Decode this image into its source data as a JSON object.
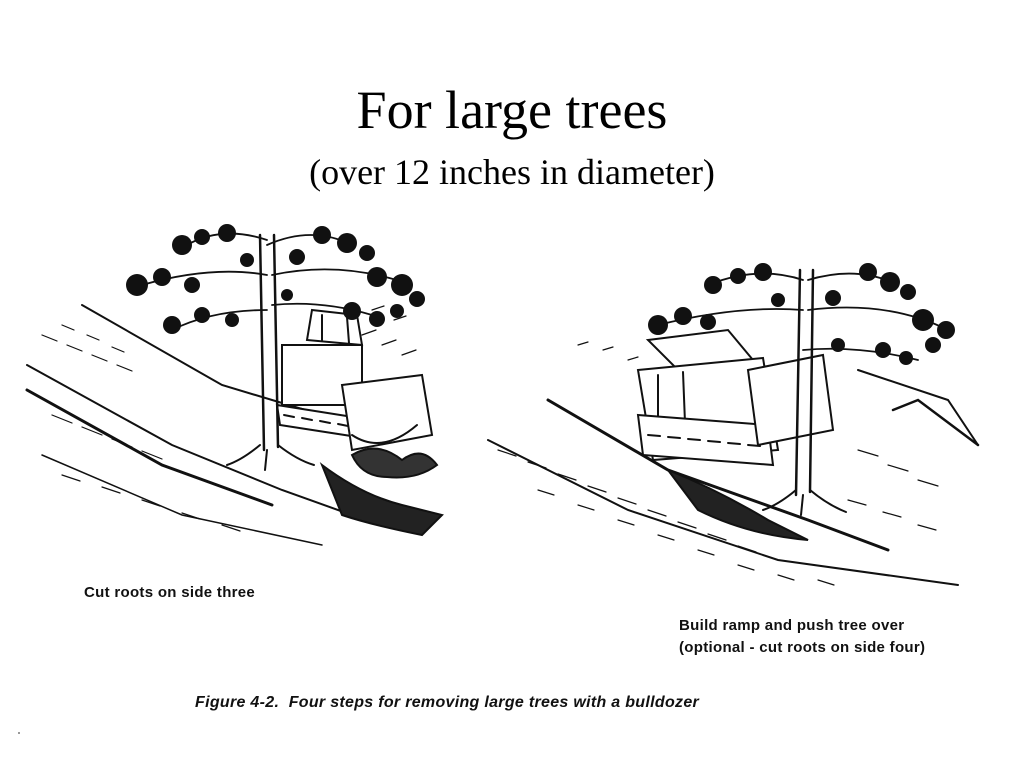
{
  "slide": {
    "title": "For large trees",
    "subtitle": "(over 12 inches in diameter)"
  },
  "illustrations": {
    "left": {
      "caption": "Cut roots on side three"
    },
    "right": {
      "caption_line1": "Build ramp and push tree over",
      "caption_line2": "(optional - cut roots on side four)"
    }
  },
  "figure_caption": "Figure 4-2.  Four steps for removing large trees with a bulldozer"
}
